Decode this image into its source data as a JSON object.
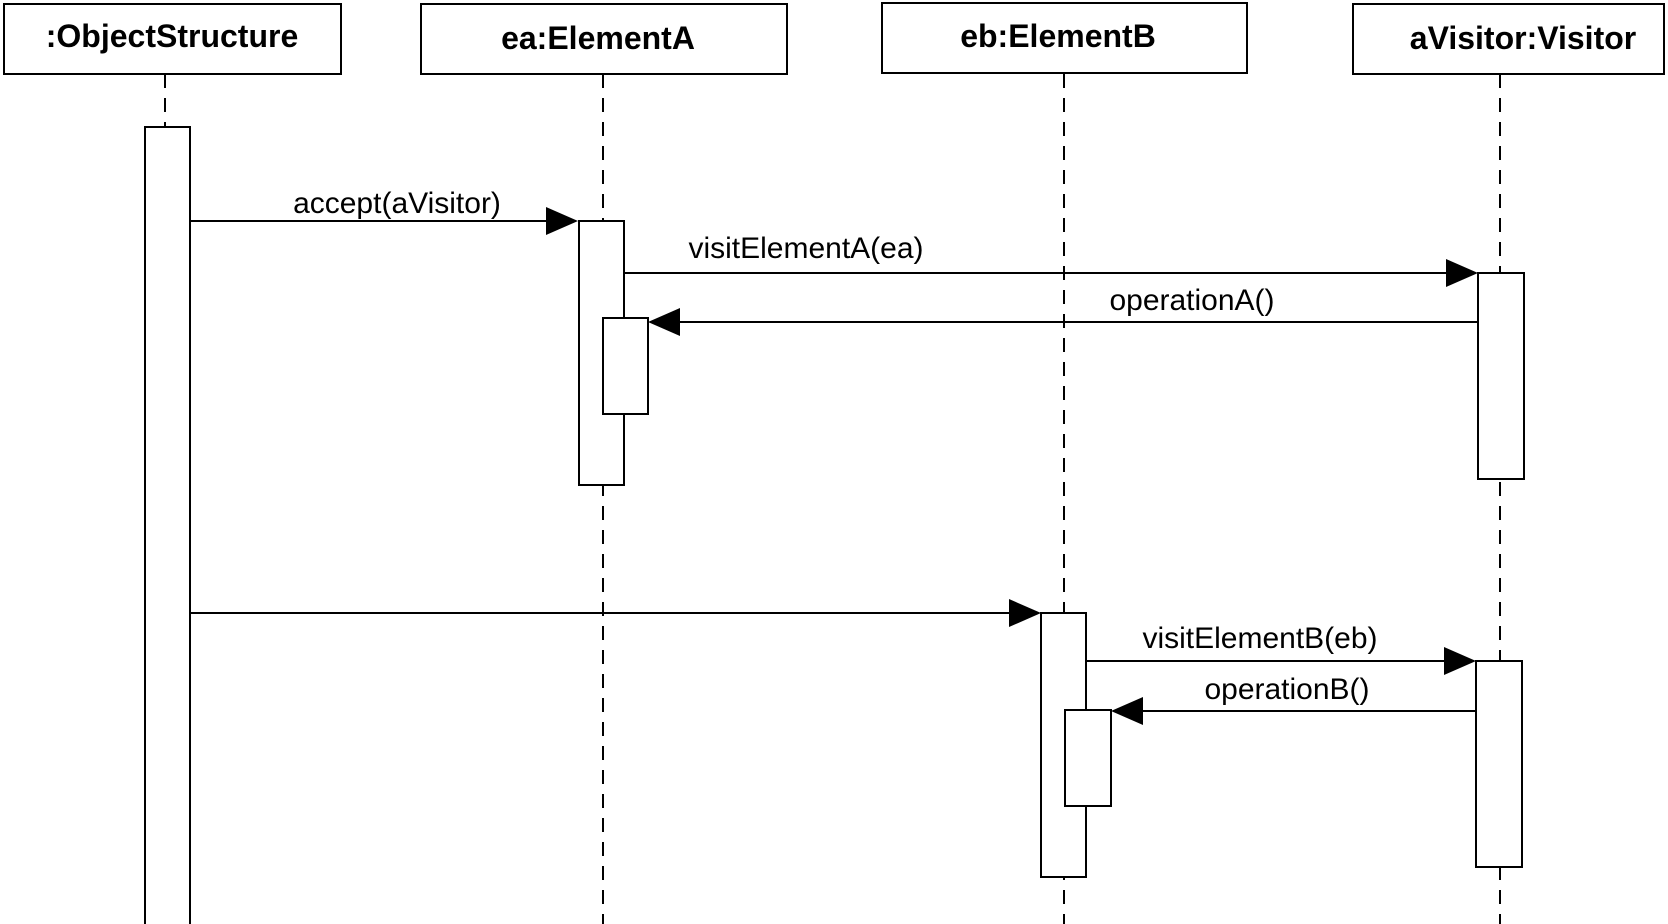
{
  "participants": [
    {
      "name": ":ObjectStructure"
    },
    {
      "name": "ea:ElementA"
    },
    {
      "name": "eb:ElementB"
    },
    {
      "name": "aVisitor:Visitor"
    }
  ],
  "messages": [
    {
      "label": "accept(aVisitor)"
    },
    {
      "label": "visitElementA(ea)"
    },
    {
      "label": "operationA()"
    },
    {
      "label": ""
    },
    {
      "label": "visitElementB(eb)"
    },
    {
      "label": "operationB()"
    }
  ]
}
